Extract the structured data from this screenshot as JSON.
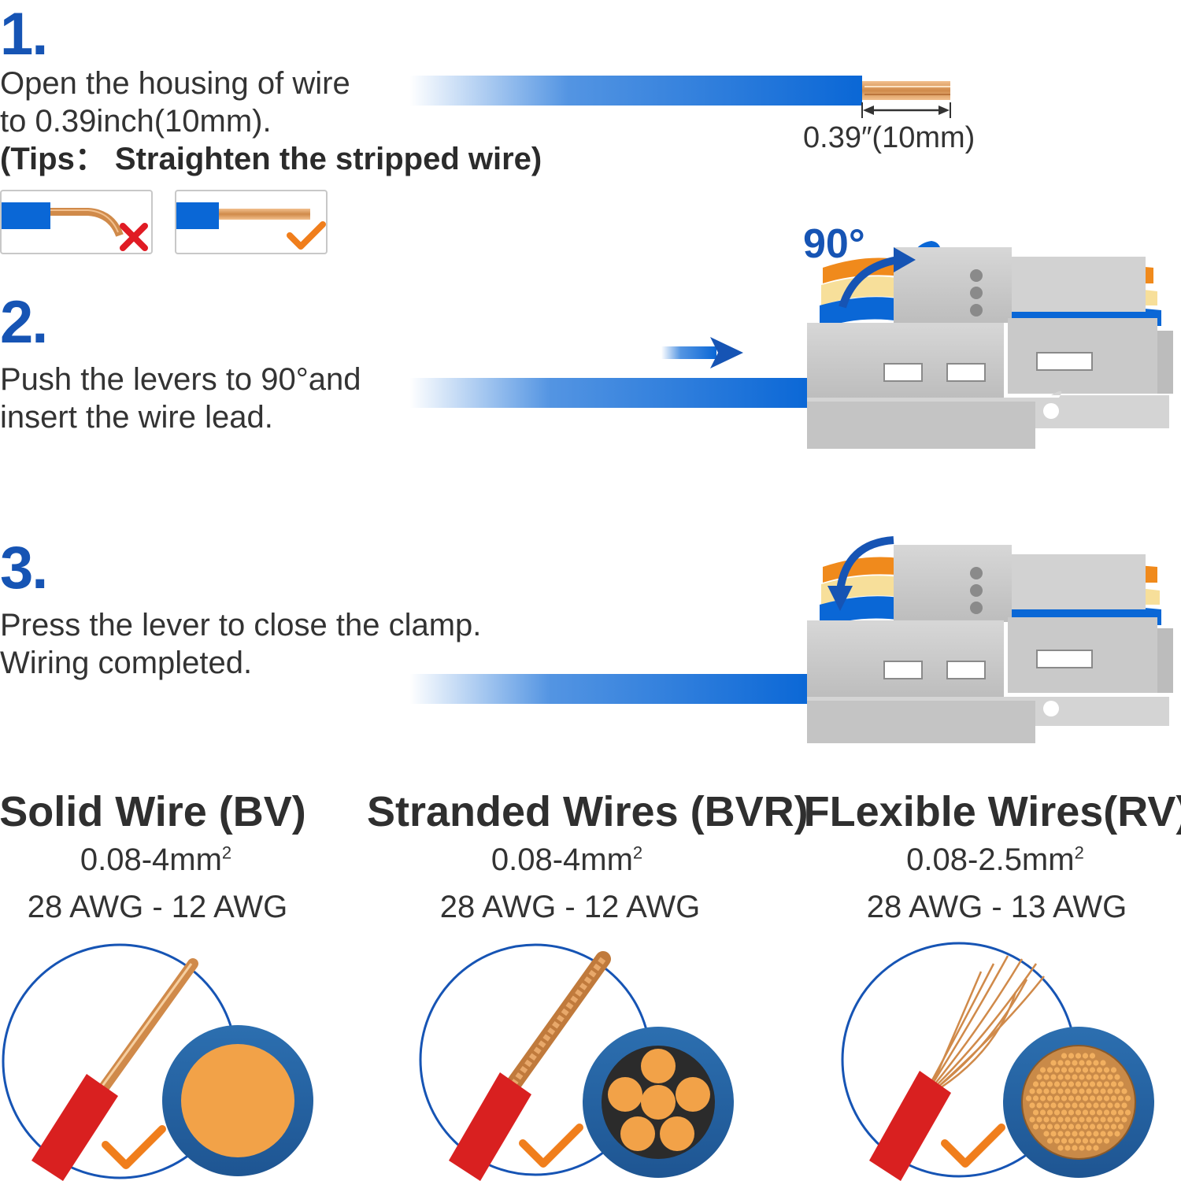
{
  "step1": {
    "number": "1.",
    "text_line1": "Open the housing of wire",
    "text_line2": "to 0.39inch(10mm).",
    "tip": "(Tips： Straighten the stripped wire)",
    "dimension_label": "0.39″(10mm)",
    "tip_examples": [
      {
        "name": "bent",
        "mark": "cross-icon"
      },
      {
        "name": "straight",
        "mark": "check-icon"
      }
    ]
  },
  "step2": {
    "number": "2.",
    "text_line1": "Push the levers to 90°and",
    "text_line2": "insert the wire lead.",
    "angle_label": "90°"
  },
  "step3": {
    "number": "3.",
    "text_line1": "Press the lever to close the clamp.",
    "text_line2": "Wiring completed."
  },
  "wire_types": [
    {
      "title": "Solid Wire (BV)",
      "size": "0.08-4mm",
      "size_sup": "2",
      "awg": "28 AWG - 12 AWG",
      "icon": "solid-wire-icon"
    },
    {
      "title": "Stranded Wires (BVR)",
      "size": "0.08-4mm",
      "size_sup": "2",
      "awg": "28 AWG - 12 AWG",
      "icon": "stranded-wire-icon"
    },
    {
      "title": "FLexible Wires(RV)",
      "size": "0.08-2.5mm",
      "size_sup": "2",
      "awg": "28 AWG - 13 AWG",
      "icon": "flexible-wire-icon"
    }
  ],
  "colors": {
    "accent_blue": "#1654b4",
    "wire_blue": "#0a67d6",
    "copper": "#d08a4a",
    "connector_grey": "#c9c9c9",
    "check_orange": "#f07e1c",
    "cross_red": "#e01b24",
    "insulation_red": "#d92020"
  }
}
